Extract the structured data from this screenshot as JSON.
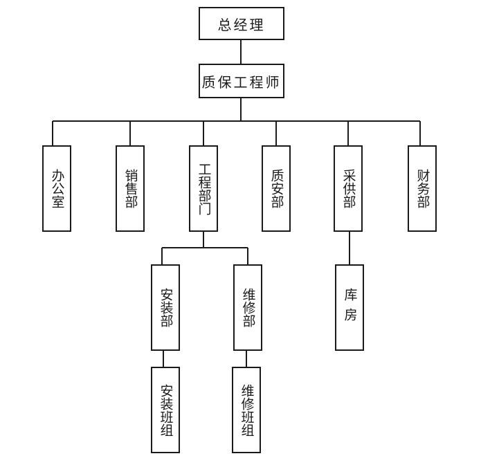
{
  "nodes": {
    "gm": "总经理",
    "qa_engineer": "质保工程师",
    "office": "办公室",
    "sales": "销售部",
    "engineering": "工程部门",
    "quality_safety": "质安部",
    "procurement": "采供部",
    "finance": "财务部",
    "installation_dept": "安装部",
    "maintenance_dept": "维修部",
    "warehouse": "库房",
    "installation_team": "安装班组",
    "maintenance_team": "维修班组"
  }
}
